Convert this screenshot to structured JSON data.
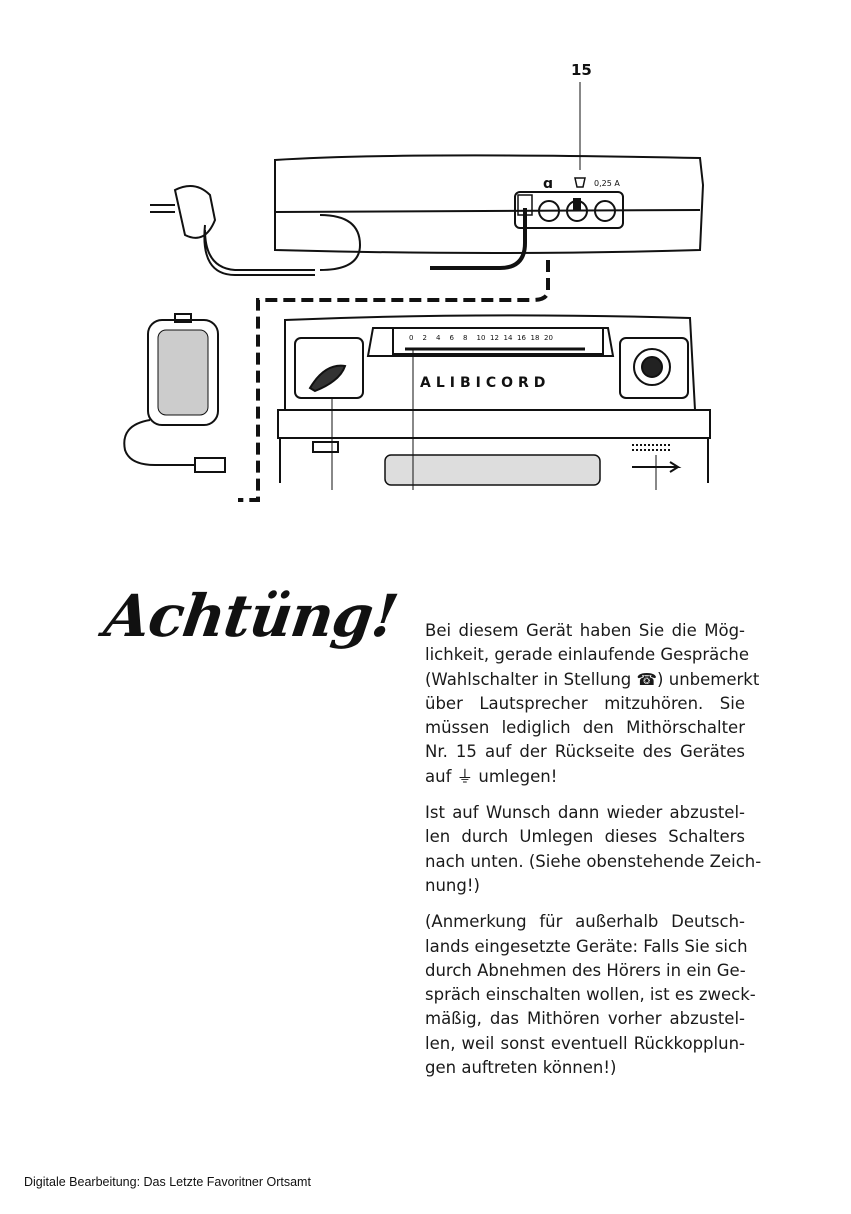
{
  "diagram": {
    "callout_number": "15",
    "fuse_label": "0,25 A",
    "brand": "ALIBICORD",
    "scale_ticks": [
      "0",
      "2",
      "4",
      "6",
      "8",
      "10",
      "12",
      "14",
      "16",
      "18",
      "20"
    ]
  },
  "heading": "Achtüng!",
  "paragraphs": [
    {
      "lines": [
        "Bei diesem Gerät haben Sie die Mög-",
        "lichkeit, gerade einlaufende Gespräche",
        "(Wahlschalter in Stellung ☎) unbemerkt",
        "über Lautsprecher mitzuhören. Sie",
        "müssen lediglich den Mithörschalter",
        "Nr. 15 auf der Rückseite des Gerätes",
        "auf ⏚ umlegen!"
      ]
    },
    {
      "lines": [
        "Ist auf Wunsch dann wieder abzustel-",
        "len durch Umlegen dieses Schalters",
        "nach unten. (Siehe obenstehende Zeich-",
        "nung!)"
      ]
    },
    {
      "lines": [
        "(Anmerkung für außerhalb Deutsch-",
        "lands eingesetzte Geräte: Falls Sie sich",
        "durch Abnehmen des Hörers in ein Ge-",
        "spräch einschalten wollen, ist es zweck-",
        "mäßig, das Mithören vorher abzustel-",
        "len, weil sonst eventuell Rückkopplun-",
        "gen auftreten können!)"
      ]
    }
  ],
  "footer": "Digitale Bearbeitung: Das Letzte Favoritner Ortsamt"
}
